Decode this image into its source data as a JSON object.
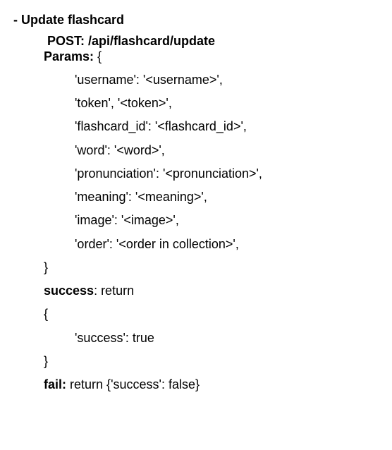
{
  "doc": {
    "heading": "- Update flashcard",
    "endpoint": "POST: /api/flashcard/update",
    "params": {
      "label": "Params:",
      "open": "{",
      "fields": [
        "'username': '<username>',",
        "'token', '<token>',",
        "'flashcard_id': '<flashcard_id>',",
        "'word': '<word>',",
        "'pronunciation': '<pronunciation>',",
        "'meaning': '<meaning>',",
        "'image': '<image>',",
        "'order': '<order in collection>',"
      ],
      "close": "}"
    },
    "success": {
      "label": "success",
      "text": ": return",
      "open": "{",
      "body": "'success': true",
      "close": "}"
    },
    "fail": {
      "label": "fail:",
      "text": "return {'success': false}"
    }
  }
}
